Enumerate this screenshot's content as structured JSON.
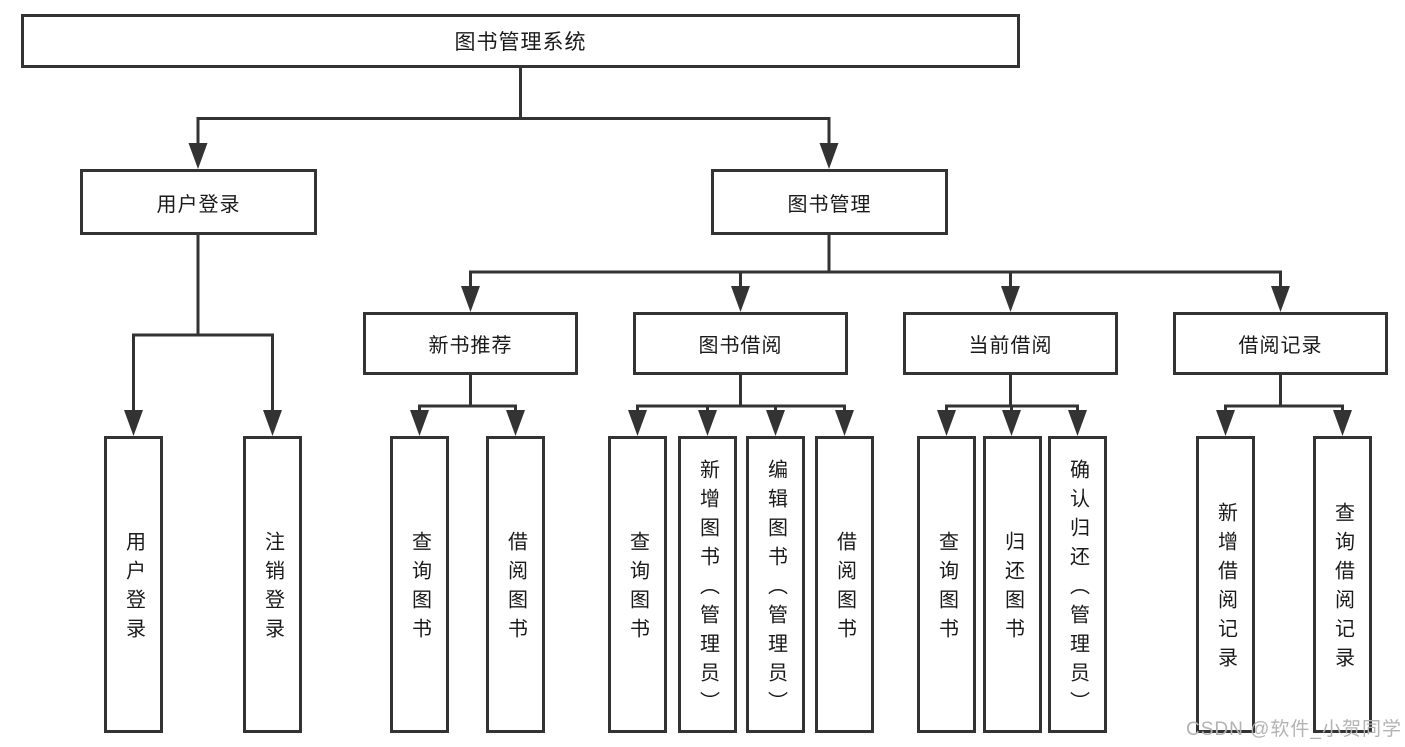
{
  "colors": {
    "line": "#333333",
    "text": "#1a1a1a",
    "watermark": "#b3b3b3",
    "background": "#ffffff"
  },
  "tree": {
    "root": {
      "label": "图书管理系统"
    },
    "children": [
      {
        "label": "用户登录",
        "leaves": [
          {
            "label": "用户登录"
          },
          {
            "label": "注销登录"
          }
        ]
      },
      {
        "label": "图书管理",
        "children": [
          {
            "label": "新书推荐",
            "leaves": [
              {
                "label": "查询图书"
              },
              {
                "label": "借阅图书"
              }
            ]
          },
          {
            "label": "图书借阅",
            "leaves": [
              {
                "label": "查询图书"
              },
              {
                "label": "新增图书（管理员）"
              },
              {
                "label": "编辑图书（管理员）"
              },
              {
                "label": "借阅图书"
              }
            ]
          },
          {
            "label": "当前借阅",
            "leaves": [
              {
                "label": "查询图书"
              },
              {
                "label": "归还图书"
              },
              {
                "label": "确认归还（管理员）"
              }
            ]
          },
          {
            "label": "借阅记录",
            "leaves": [
              {
                "label": "新增借阅记录"
              },
              {
                "label": "查询借阅记录"
              }
            ]
          }
        ]
      }
    ]
  },
  "watermark": {
    "text": "CSDN @软件_小贺同学"
  }
}
